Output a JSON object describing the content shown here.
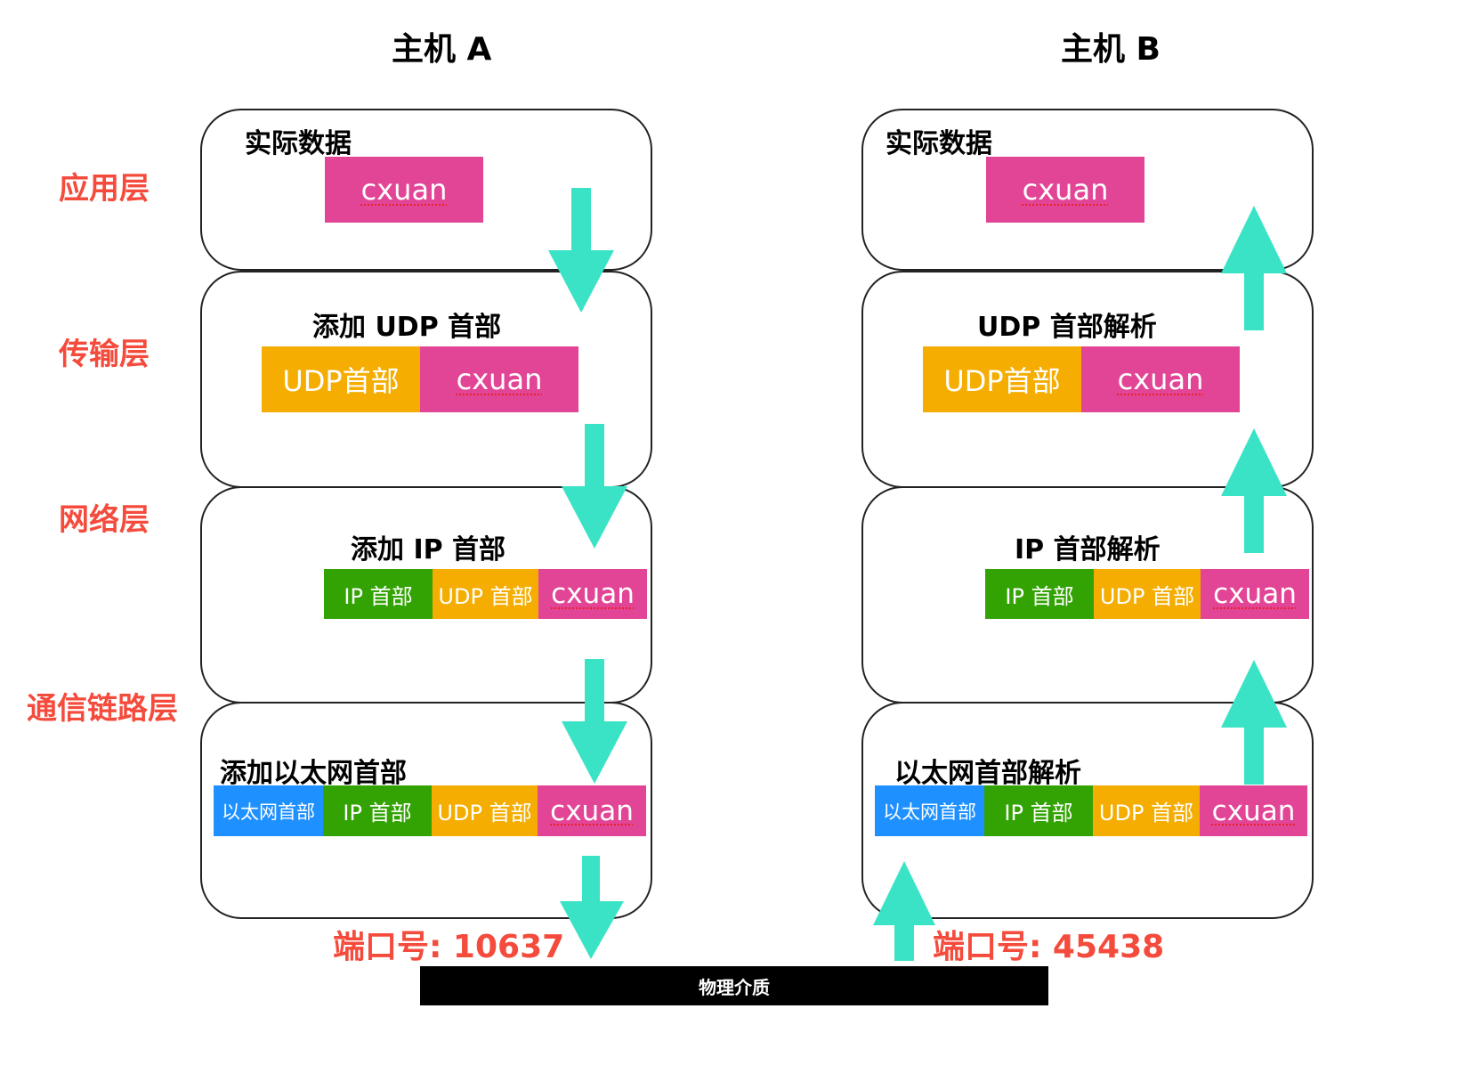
{
  "colors": {
    "payload": "#e24596",
    "udp_header": "#f4ad00",
    "ip_header": "#33a304",
    "ethernet_header": "#1e90ff",
    "arrow": "#3be3c6",
    "layer_label": "#f44b3c",
    "port_label": "#f44b3c",
    "medium": "#000000"
  },
  "hosts": {
    "a": {
      "title": "主机 A",
      "port": "端口号: 10637"
    },
    "b": {
      "title": "主机 B",
      "port": "端口号: 45438"
    }
  },
  "layers": [
    "应用层",
    "传输层",
    "网络层",
    "通信链路层"
  ],
  "host_a_steps": {
    "application": {
      "title": "实际数据",
      "segments": [
        "cxuan"
      ]
    },
    "transport": {
      "title": "添加 UDP 首部",
      "segments": [
        "UDP首部",
        "cxuan"
      ]
    },
    "network": {
      "title": "添加 IP 首部",
      "segments": [
        "IP 首部",
        "UDP 首部",
        "cxuan"
      ]
    },
    "link": {
      "title": "添加以太网首部",
      "segments": [
        "以太网首部",
        "IP 首部",
        "UDP 首部",
        "cxuan"
      ]
    }
  },
  "host_b_steps": {
    "application": {
      "title": "实际数据",
      "segments": [
        "cxuan"
      ]
    },
    "transport": {
      "title": "UDP 首部解析",
      "segments": [
        "UDP首部",
        "cxuan"
      ]
    },
    "network": {
      "title": "IP 首部解析",
      "segments": [
        "IP 首部",
        "UDP 首部",
        "cxuan"
      ]
    },
    "link": {
      "title": "以太网首部解析",
      "segments": [
        "以太网首部",
        "IP 首部",
        "UDP 首部",
        "cxuan"
      ]
    }
  },
  "physical_medium": "物理介质",
  "flow": {
    "host_a": "down",
    "host_b": "up"
  }
}
